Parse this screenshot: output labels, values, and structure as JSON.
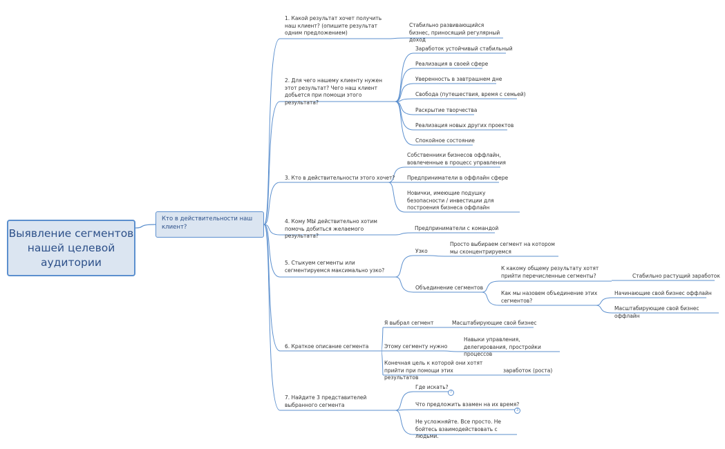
{
  "root": {
    "title": "Выявление сегментов нашей целевой аудитории"
  },
  "subtopic": {
    "label": "Кто в действительности наш клиент?"
  },
  "questions": {
    "q1": "1. Какой результат хочет получить наш клиент? (опишите результат одним предложением)",
    "q2": "2. Для чего нашему клиенту нужен этот результат? Чего наш клиент добьется при помощи этого результата?",
    "q3": "3. Кто в действительности этого хочет?",
    "q4": "4. Кому МЫ действительно хотим помочь добиться желаемого результата?",
    "q5": "5. Стыкуем сегменты или сегментируемся максимально узко?",
    "q6": "6. Краткое описание сегмента",
    "q7": "7. Найдите 3 представителей выбранного сегмента"
  },
  "answers": {
    "a1": "Стабильно развивающийся бизнес, приносящий регулярный доход",
    "a2": [
      "Заработок устойчивый стабильный",
      "Реализация в своей сфере",
      "Уверенность в завтрашнем дне",
      "Свобода (путешествия, время с семьей)",
      "Раскрытие творчества",
      "Реализация новых других проектов",
      "Спокойное состояние"
    ],
    "a3": [
      "Собственники бизнесов оффлайн, вовлеченные в процесс управления",
      "Предприниматели в оффлайн сфере",
      "Новички, имеющие подушку безопасности / инвестиции для построения бизнеса оффлайн"
    ],
    "a4": "Предприниматели с командой",
    "a5": {
      "narrow": "Узко",
      "narrow_detail": "Просто выбираем сегмент на котором мы сконцентрируемся",
      "merge": "Объединение сегментов",
      "merge_q1": "К какому общему результату хотят прийти перечисленные сегменты?",
      "merge_a1": "Стабильно растущий заработок",
      "merge_q2": "Как мы назовем объединение этих сегментов?",
      "merge_a2": [
        "Начинающие свой бизнес оффлайн",
        "Масштабирующие свой бизнес оффлайн"
      ]
    },
    "a6": {
      "chose": "Я выбрал сегмент",
      "chose_value": "Масштабирующие свой бизнес",
      "needs": "Этому сегменту нужно",
      "needs_value": "Навыки управления, делегирования, простройки процессов",
      "goal": "Конечная цель к которой они хотят прийти при помощи этих результатов",
      "goal_value": "заработок (роста)"
    },
    "a7": {
      "where": "Где искать?",
      "where_badge": "?",
      "offer": "Что предложить взамен на их время?",
      "offer_badge": "3",
      "advice": "Не усложняйте. Все просто. Не бойтесь взаимодействовать с людьми."
    }
  },
  "colors": {
    "line": "#5b8fce",
    "root_fill": "#dbe5f1",
    "root_text": "#2d5089"
  }
}
